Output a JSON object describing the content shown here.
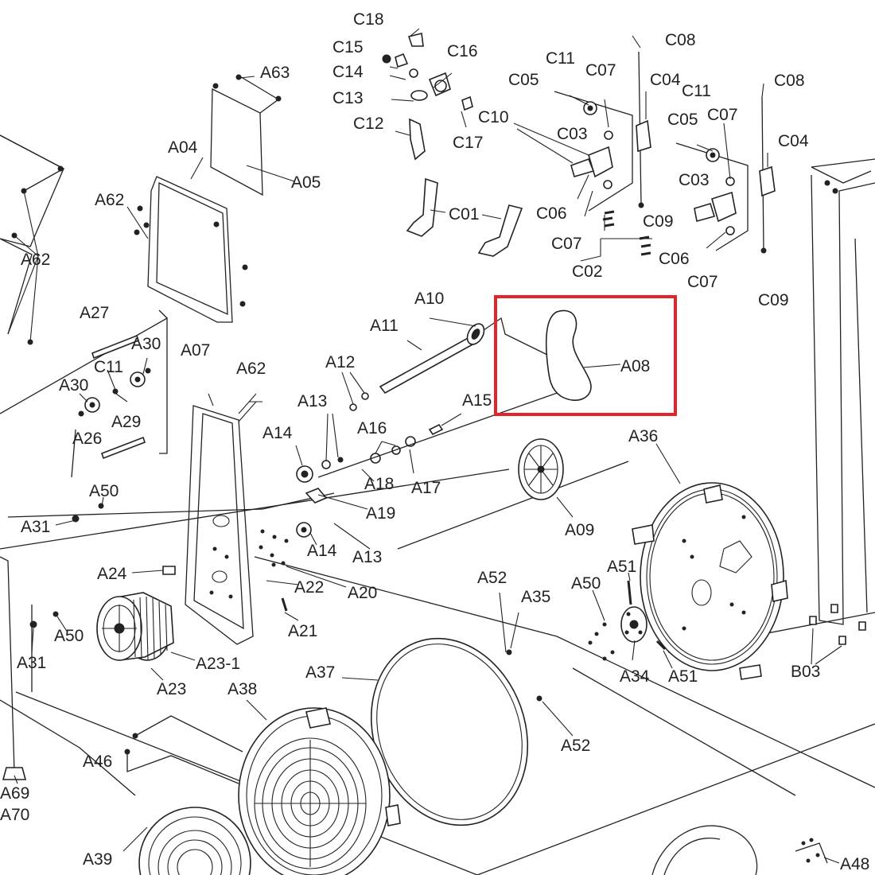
{
  "diagram": {
    "highlight_color": "#e0252b",
    "highlighted_part": "A08",
    "labels": {
      "C18": "C18",
      "C15": "C15",
      "C14": "C14",
      "C16": "C16",
      "C13": "C13",
      "C12": "C12",
      "C17": "C17",
      "A63": "A63",
      "A04": "A04",
      "A05": "A05",
      "A62_top": "A62",
      "A62_left": "A62",
      "A62_mid": "A62",
      "C01": "C01",
      "C11_a": "C11",
      "C07_a": "C07",
      "C05_a": "C05",
      "C10": "C10",
      "C03_a": "C03",
      "C06_a": "C06",
      "C07_b": "C07",
      "C08_a": "C08",
      "C04_a": "C04",
      "C09_a": "C09",
      "C02": "C02",
      "C11_b": "C11",
      "C05_b": "C05",
      "C07_c": "C07",
      "C03_b": "C03",
      "C06_b": "C06",
      "C07_d": "C07",
      "C08_b": "C08",
      "C04_b": "C04",
      "C09_b": "C09",
      "A27": "A27",
      "A30_a": "A30",
      "C11_c": "C11",
      "A30_b": "A30",
      "A29": "A29",
      "A26": "A26",
      "A07": "A07",
      "A10": "A10",
      "A11": "A11",
      "A12": "A12",
      "A13_a": "A13",
      "A14_a": "A14",
      "A16": "A16",
      "A15": "A15",
      "A18": "A18",
      "A17": "A17",
      "A19": "A19",
      "A08": "A08",
      "A36": "A36",
      "A09": "A09",
      "A50_a": "A50",
      "A31_a": "A31",
      "A14_b": "A14",
      "A13_b": "A13",
      "A24": "A24",
      "A22": "A22",
      "A20": "A20",
      "A21": "A21",
      "A52_a": "A52",
      "A35": "A35",
      "A50_b": "A50",
      "A51_a": "A51",
      "A50_c": "A50",
      "A31_b": "A31",
      "A23_1": "A23-1",
      "A23": "A23",
      "A34": "A34",
      "A51_b": "A51",
      "B03": "B03",
      "A37": "A37",
      "A38": "A38",
      "A52_b": "A52",
      "A46": "A46",
      "A69": "A69",
      "A70": "A70",
      "A39": "A39",
      "A48": "A48"
    }
  }
}
